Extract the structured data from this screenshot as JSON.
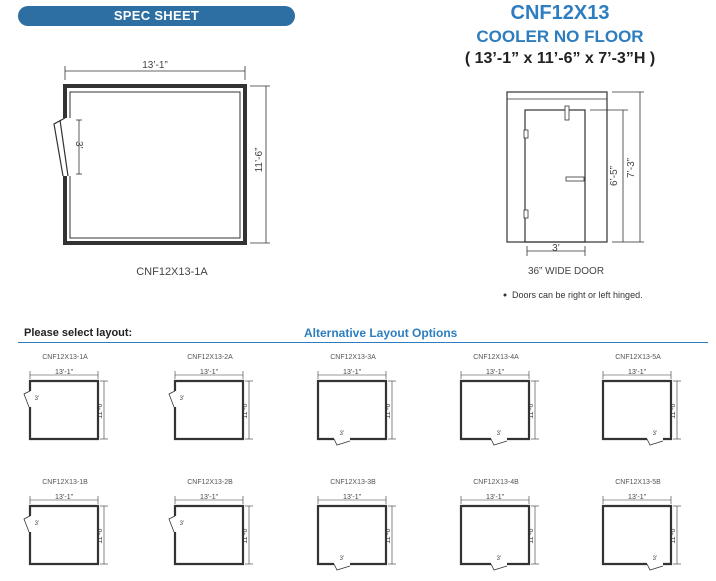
{
  "header": {
    "spec_sheet_label": "SPEC SHEET",
    "model": "CNF12X13",
    "subtitle": "COOLER NO FLOOR",
    "dimensions": "( 13’-1” x 11’-6” x 7’-3”H )"
  },
  "floor_plan": {
    "width_label": "13’-1”",
    "depth_label": "11’-6”",
    "door_label": "3’",
    "caption": "CNF12X13-1A"
  },
  "elevation": {
    "door_height_label": "6’-5”",
    "total_height_label": "7’-3”",
    "door_width_label": "3’",
    "caption": "36” WIDE DOOR",
    "note": "Doors can be right or left hinged."
  },
  "layouts": {
    "select_label": "Please select layout:",
    "alt_label": "Alternative Layout Options",
    "width_label": "13’-1”",
    "depth_label": "11’-6”",
    "door_label": "3’",
    "items": [
      {
        "code": "CNF12X13-1A"
      },
      {
        "code": "CNF12X13-2A"
      },
      {
        "code": "CNF12X13-3A"
      },
      {
        "code": "CNF12X13-4A"
      },
      {
        "code": "CNF12X13-5A"
      },
      {
        "code": "CNF12X13-1B"
      },
      {
        "code": "CNF12X13-2B"
      },
      {
        "code": "CNF12X13-3B"
      },
      {
        "code": "CNF12X13-4B"
      },
      {
        "code": "CNF12X13-5B"
      }
    ]
  },
  "colors": {
    "accent": "#2d7dbf",
    "pill": "#2d6fa3",
    "line": "#333333"
  }
}
